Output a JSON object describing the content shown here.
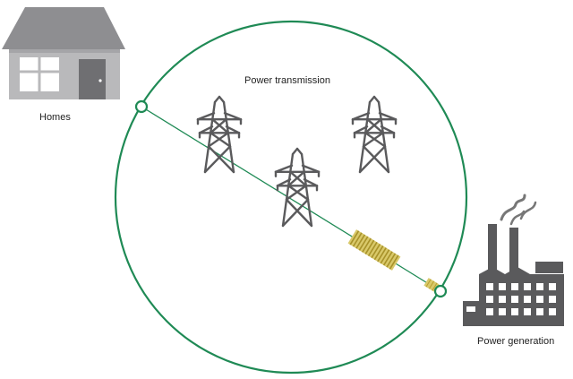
{
  "labels": {
    "homes": "Homes",
    "transmission": "Power transmission",
    "generation": "Power generation"
  },
  "colors": {
    "circle": "#1f8a55",
    "line": "#1f8a55",
    "house": "#8e8e91",
    "house_dark": "#6f6f72",
    "house_window": "#ffffff",
    "tower": "#5a5a5c",
    "factory": "#5a5a5c",
    "smoke": "#777777",
    "transformer": "#c8b040",
    "transformer_accent": "#d9c96a"
  },
  "icons": [
    "house-icon",
    "transmission-tower-icon",
    "transformer-coil-icon",
    "power-plant-icon"
  ]
}
